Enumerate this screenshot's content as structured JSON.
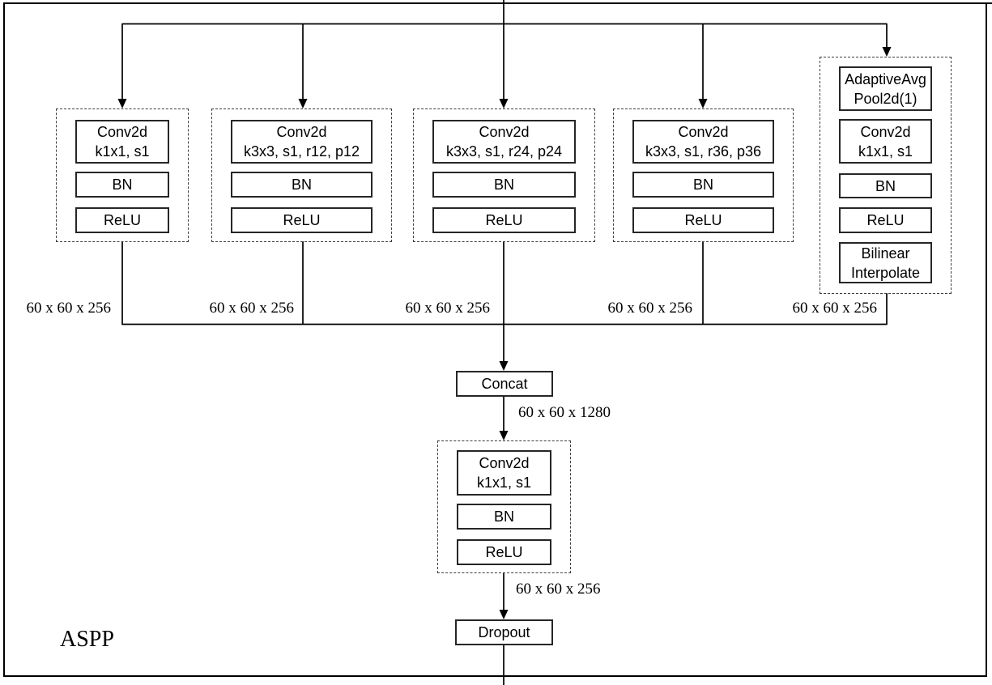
{
  "diagram": {
    "title": "ASPP",
    "branches": [
      {
        "layers": [
          "Conv2d\nk1x1, s1",
          "BN",
          "ReLU"
        ],
        "output_dim": "60 x 60 x 256"
      },
      {
        "layers": [
          "Conv2d\nk3x3, s1, r12, p12",
          "BN",
          "ReLU"
        ],
        "output_dim": "60 x 60 x 256"
      },
      {
        "layers": [
          "Conv2d\nk3x3, s1, r24, p24",
          "BN",
          "ReLU"
        ],
        "output_dim": "60 x 60 x 256"
      },
      {
        "layers": [
          "Conv2d\nk3x3, s1, r36, p36",
          "BN",
          "ReLU"
        ],
        "output_dim": "60 x 60 x 256"
      },
      {
        "layers": [
          "AdaptiveAvg\nPool2d(1)",
          "Conv2d\nk1x1, s1",
          "BN",
          "ReLU",
          "Bilinear\nInterpolate"
        ],
        "output_dim": "60 x 60 x 256"
      }
    ],
    "concat": {
      "label": "Concat",
      "output_dim": "60 x 60 x 1280"
    },
    "projection": {
      "layers": [
        "Conv2d\nk1x1, s1",
        "BN",
        "ReLU"
      ],
      "output_dim": "60 x 60 x 256"
    },
    "dropout": {
      "label": "Dropout"
    },
    "colors": {
      "line": "#000000",
      "box_border": "#262626",
      "dashed_border": "#3d3d3d",
      "background": "#ffffff",
      "text": "#000000"
    }
  }
}
